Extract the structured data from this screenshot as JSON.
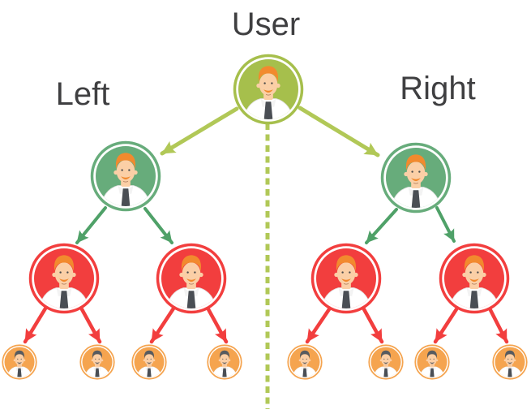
{
  "labels": {
    "user": "User",
    "left": "Left",
    "right": "Right"
  },
  "colors": {
    "background": "#ffffff",
    "olive": "#a6bf4c",
    "olive-arrow": "#b1c857",
    "green": "#67ac7b",
    "green-arrow": "#4fa168",
    "red": "#f23e3e",
    "red-arrow": "#f23e3e",
    "orange": "#f5a44f",
    "text": "#3f3f41",
    "skin": "#fbcfa6",
    "hair-orange": "#f28a2e",
    "hair-dark": "#575b60",
    "tie": "#4a4e54"
  },
  "diagram": {
    "type": "binary-tree",
    "root_label": "User",
    "branches": [
      "Left",
      "Right"
    ],
    "levels": [
      {
        "level": 1,
        "nodes": 1,
        "node_color": "olive"
      },
      {
        "level": 2,
        "nodes": 2,
        "node_color": "green"
      },
      {
        "level": 3,
        "nodes": 4,
        "node_color": "red"
      },
      {
        "level": 4,
        "nodes": 8,
        "node_color": "orange"
      }
    ],
    "divider": {
      "orientation": "vertical",
      "style": "dashed",
      "color": "olive"
    }
  }
}
